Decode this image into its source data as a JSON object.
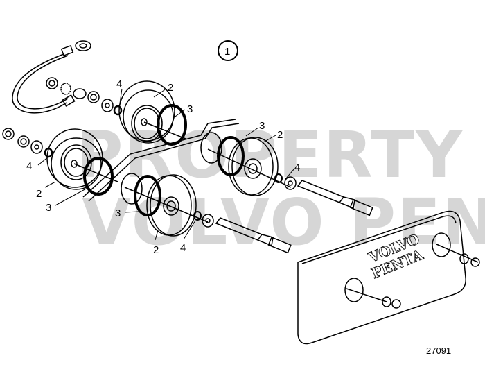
{
  "diagram": {
    "group_callout": "1",
    "figure_number": "27091",
    "watermark": {
      "line1": "PROPERTY OF",
      "line2": "VOLVO PENTA"
    },
    "cover_logo": {
      "line1": "VOLVO",
      "line2": "PENTA"
    },
    "callouts": [
      {
        "id": "c4a",
        "text": "4"
      },
      {
        "id": "c2a",
        "text": "2"
      },
      {
        "id": "c3a",
        "text": "3"
      },
      {
        "id": "c4b",
        "text": "4"
      },
      {
        "id": "c2b",
        "text": "2"
      },
      {
        "id": "c3b",
        "text": "3"
      },
      {
        "id": "c3c",
        "text": "3"
      },
      {
        "id": "c2c",
        "text": "2"
      },
      {
        "id": "c4c",
        "text": "4"
      },
      {
        "id": "c3d",
        "text": "3"
      },
      {
        "id": "c2d",
        "text": "2"
      },
      {
        "id": "c4d",
        "text": "4"
      }
    ],
    "parts": [
      "ground-cable",
      "anode",
      "o-ring",
      "seal-ring",
      "washer",
      "nut",
      "lock-washer",
      "stud",
      "anode-cover"
    ]
  }
}
